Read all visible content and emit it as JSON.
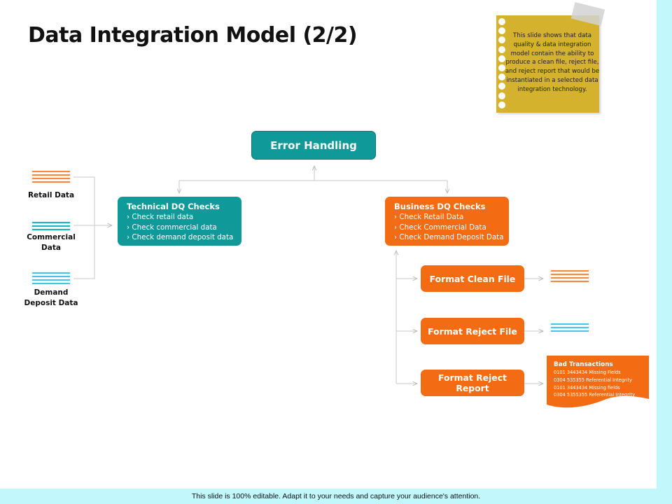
{
  "title": "Data Integration Model (2/2)",
  "note": {
    "text": "This slide shows that data quality & data integration model contain the ability to produce a clean file, reject file, and reject report that would be instantiated in a selected data integration technology."
  },
  "sources": [
    {
      "label": "Retail Data",
      "color": "#f58a3c"
    },
    {
      "label": "Commercial Data",
      "color": "#15b7ba"
    },
    {
      "label": "Demand Deposit Data",
      "color": "#4cc4ea"
    }
  ],
  "error_handling": {
    "label": "Error Handling"
  },
  "technical": {
    "heading": "Technical DQ Checks",
    "items": [
      "› Check retail data",
      "› Check commercial data",
      "› Check demand deposit data"
    ]
  },
  "business": {
    "heading": "Business DQ Checks",
    "items": [
      "› Check Retail Data",
      "› Check Commercial Data",
      "› Check Demand Deposit Data"
    ]
  },
  "outputs": {
    "clean": "Format Clean File",
    "reject": "Format Reject File",
    "report": "Format Reject Report"
  },
  "bad_transactions": {
    "heading": "Bad Transactions",
    "lines": [
      "0101 3443434 Missing Fields",
      "0304 535355 Referential Integrity",
      "0101 3443434 Missing fields",
      "0304 5355355 Referential Integrity"
    ]
  },
  "colors": {
    "teal": "#0f9a99",
    "orange": "#f36b12",
    "sticky_note": "#d4b22e",
    "band": "#c2f7fb",
    "clean_file": "#f58a3c",
    "reject_file": "#4cc4ea"
  },
  "footer": "This slide is 100% editable. Adapt it to your needs and capture your audience's attention."
}
